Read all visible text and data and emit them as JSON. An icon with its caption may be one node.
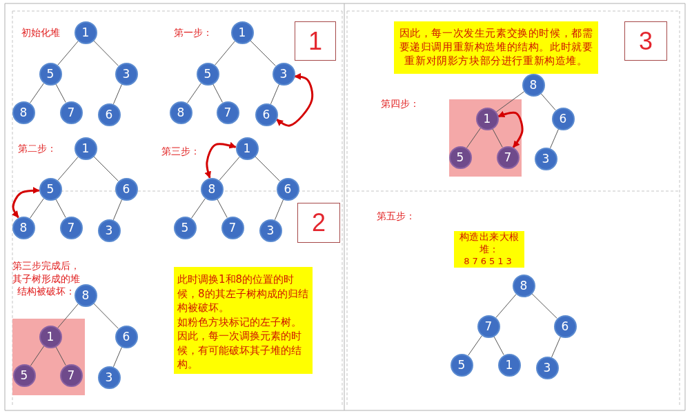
{
  "diagram": {
    "nodes": [
      {
        "text": [
          "1"
        ]
      },
      {
        "text": [
          "5"
        ]
      },
      {
        "text": [
          "3"
        ]
      },
      {
        "text": [
          "8"
        ]
      },
      {
        "text": [
          "7"
        ]
      },
      {
        "text": [
          "6"
        ]
      },
      {
        "text": [
          "1"
        ]
      },
      {
        "text": [
          "5"
        ]
      },
      {
        "text": [
          "3"
        ]
      },
      {
        "text": [
          "8"
        ]
      },
      {
        "text": [
          "7"
        ]
      },
      {
        "text": [
          "6"
        ]
      },
      {
        "text": [
          "1"
        ]
      },
      {
        "text": [
          "1"
        ]
      },
      {
        "text": [
          "5"
        ]
      },
      {
        "text": [
          "6"
        ]
      },
      {
        "text": [
          "8"
        ]
      },
      {
        "text": [
          "7"
        ]
      },
      {
        "text": [
          "3"
        ]
      },
      {
        "text": [
          "1"
        ]
      },
      {
        "text": [
          "8"
        ]
      },
      {
        "text": [
          "6"
        ]
      },
      {
        "text": [
          "5"
        ]
      },
      {
        "text": [
          "7"
        ]
      },
      {
        "text": [
          "3"
        ]
      },
      {
        "text": [
          "2"
        ]
      },
      {
        "text": [
          "8"
        ]
      },
      {
        "text": [],
        "shape": "box"
      },
      {
        "text": [
          "1"
        ],
        "in": 27
      },
      {
        "text": [
          "6"
        ]
      },
      {
        "text": [
          "5"
        ],
        "in": 27
      },
      {
        "text": [
          "7"
        ],
        "in": 27
      },
      {
        "text": [
          "3"
        ]
      },
      {
        "text": [
          "此时调换1和8的位置的时候，8的其左子树构成的归结构被破坏。",
          "如粉色方块标记的左子树。因此，每一次调换元素的时候，有可能破坏其子堆的结构。"
        ]
      },
      {
        "text": [
          "因此，每一次发生元素交换的时候，都需要递归调用重新构造堆的结构。此时就要重新对阴影方块部分进行重新构造堆。"
        ]
      },
      {
        "text": [
          "3"
        ]
      },
      {
        "text": [
          "8"
        ]
      },
      {
        "text": [],
        "shape": "box"
      },
      {
        "text": [
          "1"
        ],
        "in": 37
      },
      {
        "text": [
          "6"
        ]
      },
      {
        "text": [
          "5"
        ],
        "in": 37
      },
      {
        "text": [
          "7"
        ],
        "in": 37
      },
      {
        "text": [
          "3"
        ]
      },
      {
        "text": [
          "构造出来大根堆：",
          "876513"
        ]
      },
      {
        "text": [
          "8"
        ]
      },
      {
        "text": [
          "7"
        ]
      },
      {
        "text": [
          "6"
        ]
      },
      {
        "text": [
          "5"
        ]
      },
      {
        "text": [
          "1"
        ]
      },
      {
        "text": [
          "3"
        ]
      }
    ],
    "edges": [
      {
        "from": 0,
        "to": 1,
        "arrow": "none"
      },
      {
        "from": 0,
        "to": 2,
        "arrow": "none"
      },
      {
        "from": 1,
        "to": 3,
        "arrow": "none"
      },
      {
        "from": 1,
        "to": 4,
        "arrow": "none"
      },
      {
        "from": 2,
        "to": 5,
        "arrow": "none"
      },
      {
        "from": 6,
        "to": 7,
        "arrow": "none"
      },
      {
        "from": 6,
        "to": 8,
        "arrow": "none"
      },
      {
        "from": 7,
        "to": 9,
        "arrow": "none"
      },
      {
        "from": 7,
        "to": 10,
        "arrow": "none"
      },
      {
        "from": 8,
        "to": 11,
        "arrow": "none"
      },
      {
        "from": 11,
        "to": 8,
        "arrow": "both",
        "style": "thick",
        "color": "#d40000"
      },
      {
        "from": 13,
        "to": 14,
        "arrow": "none"
      },
      {
        "from": 13,
        "to": 15,
        "arrow": "none"
      },
      {
        "from": 14,
        "to": 16,
        "arrow": "none"
      },
      {
        "from": 14,
        "to": 17,
        "arrow": "none"
      },
      {
        "from": 15,
        "to": 18,
        "arrow": "none"
      },
      {
        "from": 16,
        "to": 14,
        "arrow": "both",
        "style": "thick",
        "color": "#d40000"
      },
      {
        "from": 19,
        "to": 20,
        "arrow": "none"
      },
      {
        "from": 19,
        "to": 21,
        "arrow": "none"
      },
      {
        "from": 20,
        "to": 22,
        "arrow": "none"
      },
      {
        "from": 20,
        "to": 23,
        "arrow": "none"
      },
      {
        "from": 21,
        "to": 24,
        "arrow": "none"
      },
      {
        "from": 20,
        "to": 19,
        "arrow": "both",
        "style": "thick",
        "color": "#d40000"
      },
      {
        "from": 26,
        "to": 28,
        "arrow": "none"
      },
      {
        "from": 26,
        "to": 29,
        "arrow": "none"
      },
      {
        "from": 28,
        "to": 30,
        "arrow": "none"
      },
      {
        "from": 28,
        "to": 31,
        "arrow": "none"
      },
      {
        "from": 29,
        "to": 32,
        "arrow": "none"
      },
      {
        "from": 36,
        "to": 38,
        "arrow": "none"
      },
      {
        "from": 36,
        "to": 39,
        "arrow": "none"
      },
      {
        "from": 38,
        "to": 40,
        "arrow": "none"
      },
      {
        "from": 38,
        "to": 41,
        "arrow": "none"
      },
      {
        "from": 39,
        "to": 42,
        "arrow": "none"
      },
      {
        "from": 41,
        "to": 38,
        "arrow": "both",
        "style": "thick",
        "color": "#d40000"
      },
      {
        "from": 44,
        "to": 45,
        "arrow": "none"
      },
      {
        "from": 44,
        "to": 46,
        "arrow": "none"
      },
      {
        "from": 45,
        "to": 47,
        "arrow": "none"
      },
      {
        "from": 45,
        "to": 48,
        "arrow": "none"
      },
      {
        "from": 46,
        "to": 49,
        "arrow": "none"
      }
    ],
    "labels": [
      "初始化堆",
      "第一步：",
      "第二步：",
      "第三步：",
      "第三步完成后，其子树形成的堆结构被破坏：",
      "第四步：",
      "第五步："
    ]
  }
}
